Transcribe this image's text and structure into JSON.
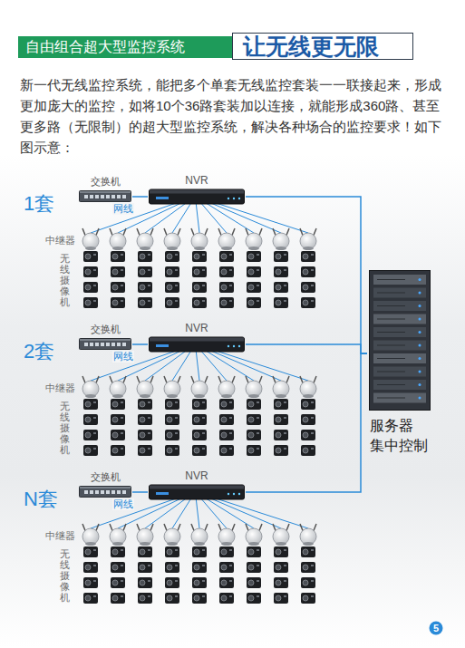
{
  "diagram": {
    "title": "自由组合超大型监控系统",
    "nodes": [
      {
        "text": [
          "交换机"
        ]
      },
      {
        "text": [
          "NVR"
        ]
      },
      {
        "text": [
          "交换机"
        ]
      },
      {
        "text": [
          "NVR"
        ]
      },
      {
        "text": [
          "交换机"
        ]
      },
      {
        "text": [
          "NVR"
        ]
      },
      {
        "text": [
          "服务器 集中控制"
        ]
      }
    ],
    "edges": [
      {
        "from": 0,
        "to": 1,
        "arrow": "none"
      },
      {
        "from": 1,
        "to": 6,
        "arrow": "none"
      },
      {
        "from": 2,
        "to": 3,
        "arrow": "none"
      },
      {
        "from": 3,
        "to": 6,
        "arrow": "none"
      },
      {
        "from": 4,
        "to": 5,
        "arrow": "none"
      },
      {
        "from": 5,
        "to": 6,
        "arrow": "none"
      }
    ],
    "labels": [
      "让无线更无限",
      "新一代无线监控系统，能把多个单套无线监控套装一一联接起来，形成更加庞大的监控，如将10个36路套装加以连接，就能形成360路、甚至更多路（无限制）的超大型监控系统，解决各种场合的监控要求！如下图示意：",
      "1套",
      "网线",
      "中继器",
      "无线摄像机",
      "2套",
      "网线",
      "中继器",
      "无线摄像机",
      "N套",
      "网线",
      "中继器",
      "无线摄像机",
      "5"
    ]
  }
}
